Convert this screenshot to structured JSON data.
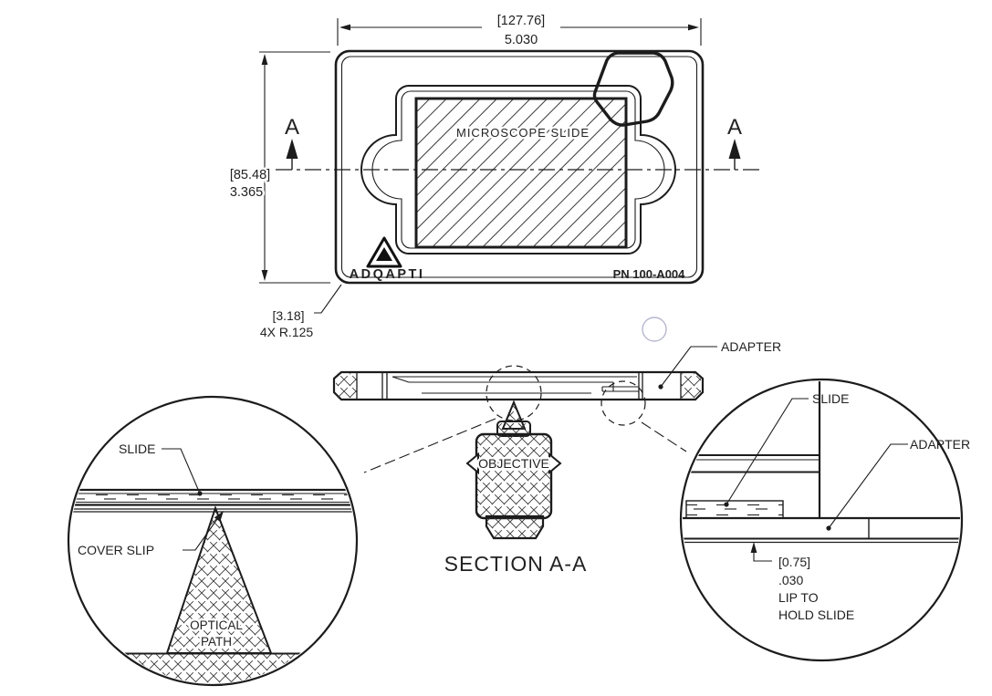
{
  "title": "Microscope slide adapter technical drawing",
  "top_view": {
    "width_dim_metric": "[127.76]",
    "width_dim_inch": "5.030",
    "height_dim_metric": "[85.48]",
    "height_dim_inch": "3.365",
    "corner_radius_metric": "[3.18]",
    "corner_radius_note": "4X R.125",
    "slide_label": "MICROSCOPE SLIDE",
    "brand_name": "ADQAPTI",
    "part_number": "PN 100-A004",
    "section_letter_left": "A",
    "section_letter_right": "A"
  },
  "section_view": {
    "title": "SECTION A-A",
    "adapter_label": "ADAPTER",
    "objective_label": "OBJECTIVE"
  },
  "detail_left": {
    "slide_label": "SLIDE",
    "cover_slip_label": "COVER SLIP",
    "optical_path_line1": "OPTICAL",
    "optical_path_line2": "PATH"
  },
  "detail_right": {
    "slide_label": "SLIDE",
    "adapter_label": "ADAPTER",
    "lip_dim_metric": "[0.75]",
    "lip_dim_inch": ".030",
    "lip_note_line1": "LIP TO",
    "lip_note_line2": "HOLD SLIDE"
  },
  "colors": {
    "line": "#1c1c1c",
    "background": "#ffffff",
    "faint_circle": "#b6b6cf"
  }
}
